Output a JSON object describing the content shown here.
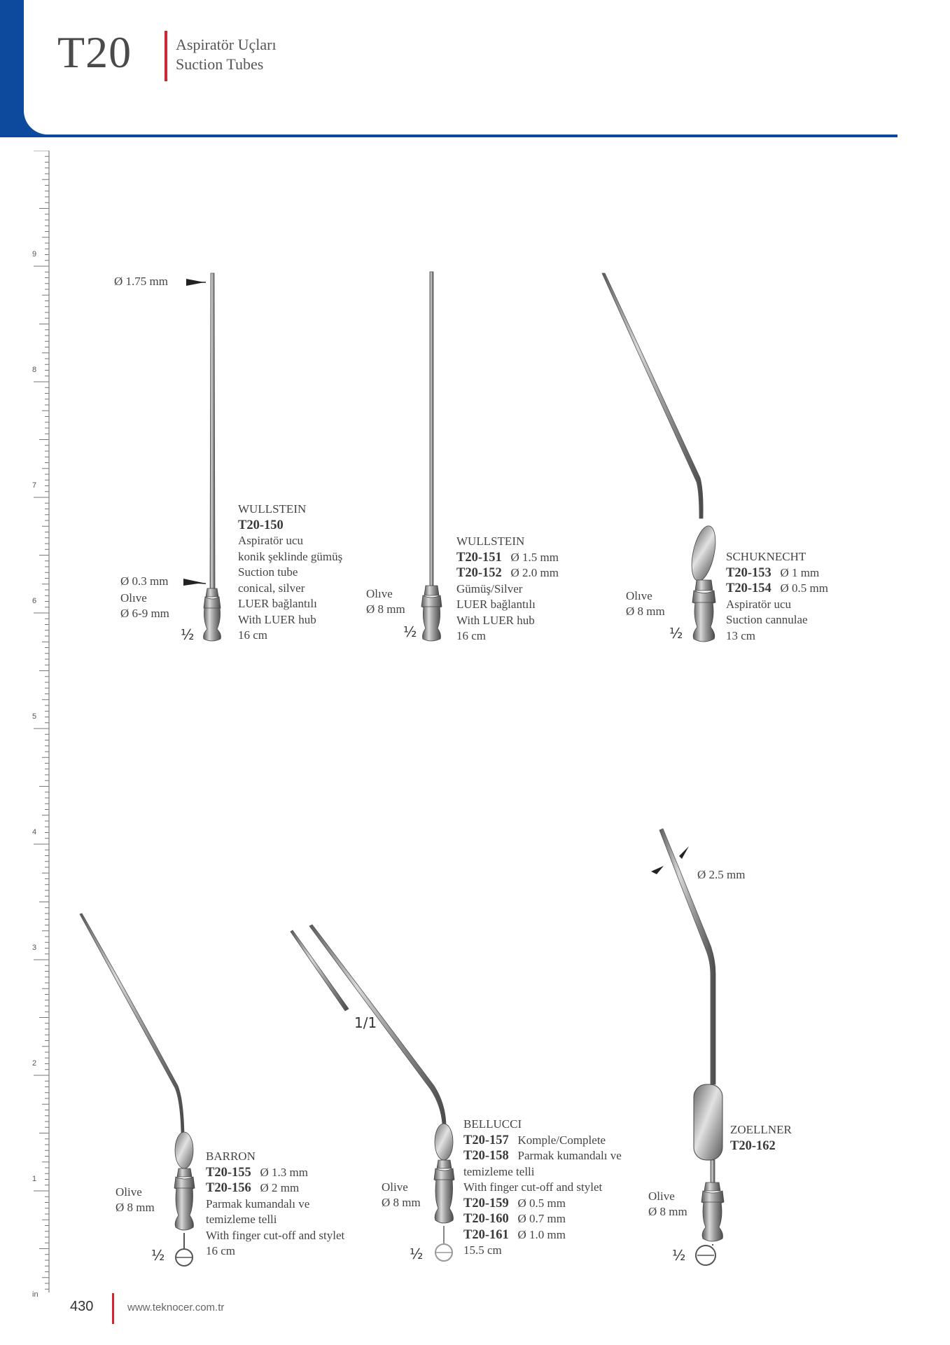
{
  "header": {
    "code": "T20",
    "title_tr": "Aspiratör Uçları",
    "title_en": "Suction Tubes"
  },
  "ruler": {
    "unit": "in",
    "marks": [
      "9",
      "8",
      "7",
      "6",
      "5",
      "4",
      "3",
      "2",
      "1"
    ]
  },
  "products": {
    "wullstein_a": {
      "tip": "Ø 1.75 mm",
      "end": "Ø 0.3 mm",
      "olive": "Olıve",
      "olive_size": "Ø 6-9 mm",
      "scale": "½",
      "name": "WULLSTEIN",
      "code": "T20-150",
      "lines": [
        "Aspiratör ucu",
        "konik şeklinde gümüş",
        "Suction tube",
        "conical, silver",
        "LUER bağlantılı",
        "With LUER hub",
        "16 cm"
      ]
    },
    "wullstein_b": {
      "olive": "Olıve",
      "olive_size": "Ø 8 mm",
      "scale": "½",
      "name": "WULLSTEIN",
      "codes": [
        {
          "code": "T20-151",
          "spec": "Ø 1.5 mm"
        },
        {
          "code": "T20-152",
          "spec": "Ø 2.0 mm"
        }
      ],
      "lines": [
        "Gümüş/Silver",
        "LUER bağlantılı",
        "With LUER hub",
        "16 cm"
      ]
    },
    "schuknecht": {
      "olive": "Olıve",
      "olive_size": "Ø 8 mm",
      "scale": "½",
      "name": "SCHUKNECHT",
      "codes": [
        {
          "code": "T20-153",
          "spec": "Ø 1 mm"
        },
        {
          "code": "T20-154",
          "spec": "Ø 0.5 mm"
        }
      ],
      "lines": [
        "Aspiratör ucu",
        "Suction cannulae",
        "13 cm"
      ]
    },
    "barron": {
      "olive": "Olive",
      "olive_size": "Ø 8 mm",
      "scale": "½",
      "name": "BARRON",
      "codes": [
        {
          "code": "T20-155",
          "spec": "Ø 1.3 mm"
        },
        {
          "code": "T20-156",
          "spec": "Ø 2     mm"
        }
      ],
      "lines": [
        "Parmak kumandalı ve",
        "temizleme telli",
        "With finger cut-off and stylet",
        "16 cm"
      ]
    },
    "bellucci": {
      "olive": "Olive",
      "olive_size": "Ø 8 mm",
      "scale": "½",
      "scale_detail": "1/1",
      "name": "BELLUCCI",
      "codes_top": [
        {
          "code": "T20-157",
          "spec": "Komple/Complete"
        },
        {
          "code": "T20-158",
          "spec": "Parmak kumandalı ve"
        }
      ],
      "lines_mid": [
        "temizleme telli",
        "With finger cut-off and stylet"
      ],
      "codes_bottom": [
        {
          "code": "T20-159",
          "spec": "Ø 0.5 mm"
        },
        {
          "code": "T20-160",
          "spec": "Ø 0.7 mm"
        },
        {
          "code": "T20-161",
          "spec": "Ø 1.0 mm"
        }
      ],
      "length": "15.5 cm"
    },
    "zoellner": {
      "tip": "Ø 2.5 mm",
      "olive": "Olive",
      "olive_size": "Ø 8 mm",
      "scale": "½",
      "name": "ZOELLNER",
      "code": "T20-162"
    }
  },
  "footer": {
    "page": "430",
    "url": "www.teknocer.com.tr"
  }
}
